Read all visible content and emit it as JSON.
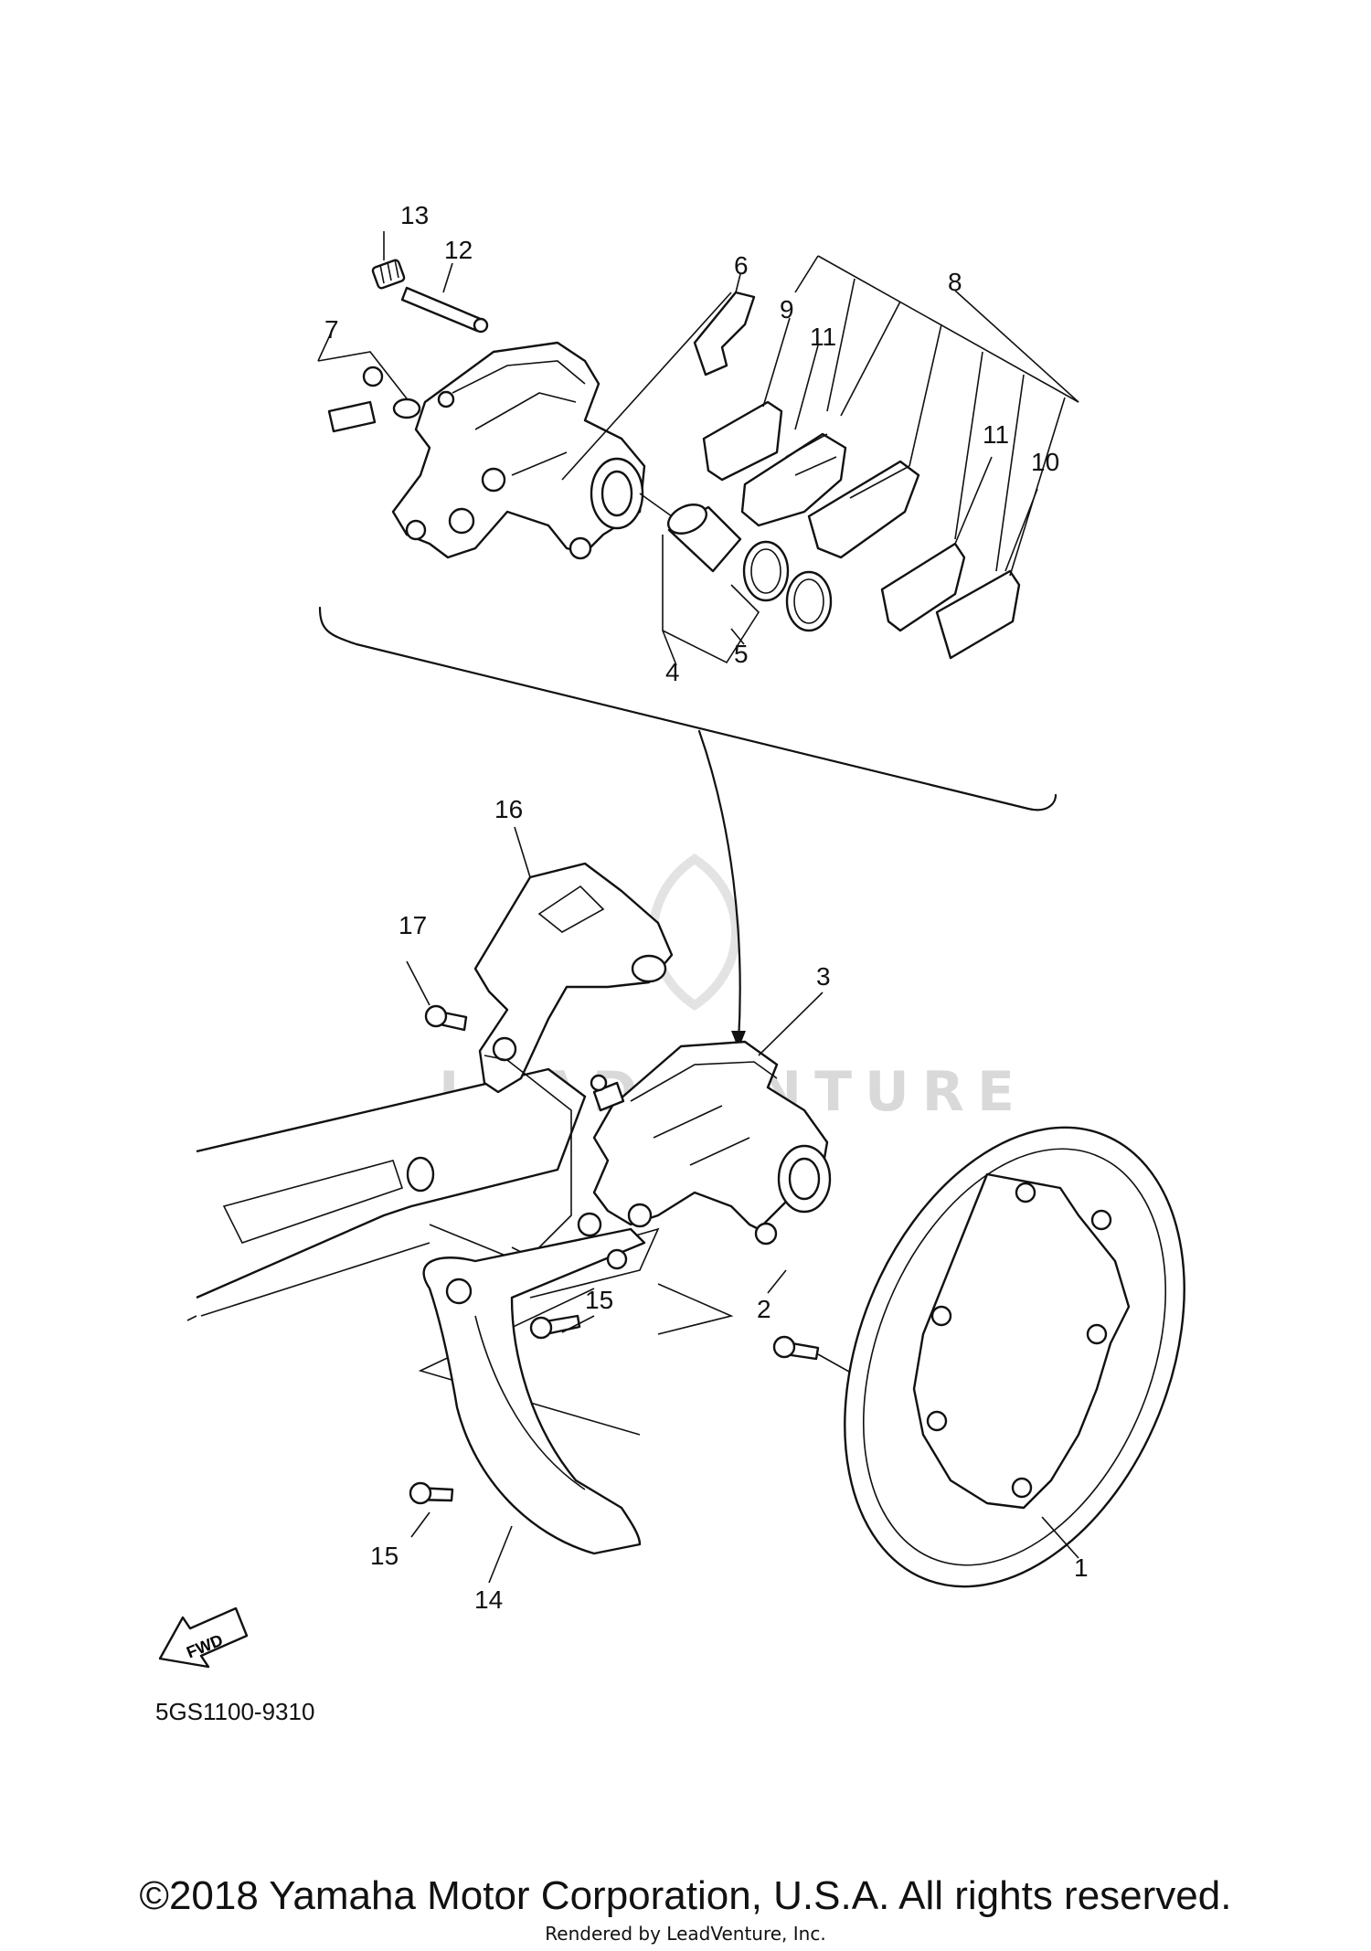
{
  "callouts": [
    {
      "id": "1",
      "label": "1"
    },
    {
      "id": "2",
      "label": "2"
    },
    {
      "id": "3",
      "label": "3"
    },
    {
      "id": "4",
      "label": "4"
    },
    {
      "id": "5",
      "label": "5"
    },
    {
      "id": "6",
      "label": "6"
    },
    {
      "id": "7",
      "label": "7"
    },
    {
      "id": "8",
      "label": "8"
    },
    {
      "id": "9",
      "label": "9"
    },
    {
      "id": "10",
      "label": "10"
    },
    {
      "id": "11a",
      "label": "11"
    },
    {
      "id": "11b",
      "label": "11"
    },
    {
      "id": "12",
      "label": "12"
    },
    {
      "id": "13",
      "label": "13"
    },
    {
      "id": "14",
      "label": "14"
    },
    {
      "id": "15a",
      "label": "15"
    },
    {
      "id": "15b",
      "label": "15"
    },
    {
      "id": "16",
      "label": "16"
    },
    {
      "id": "17",
      "label": "17"
    }
  ],
  "fwd_label": "FWD",
  "watermark": "LEADVENTURE",
  "diagram_code": "5GS1100-9310",
  "copyright": "©2018 Yamaha Motor Corporation, U.S.A. All rights reserved.",
  "rendered_by": "Rendered by LeadVenture, Inc."
}
